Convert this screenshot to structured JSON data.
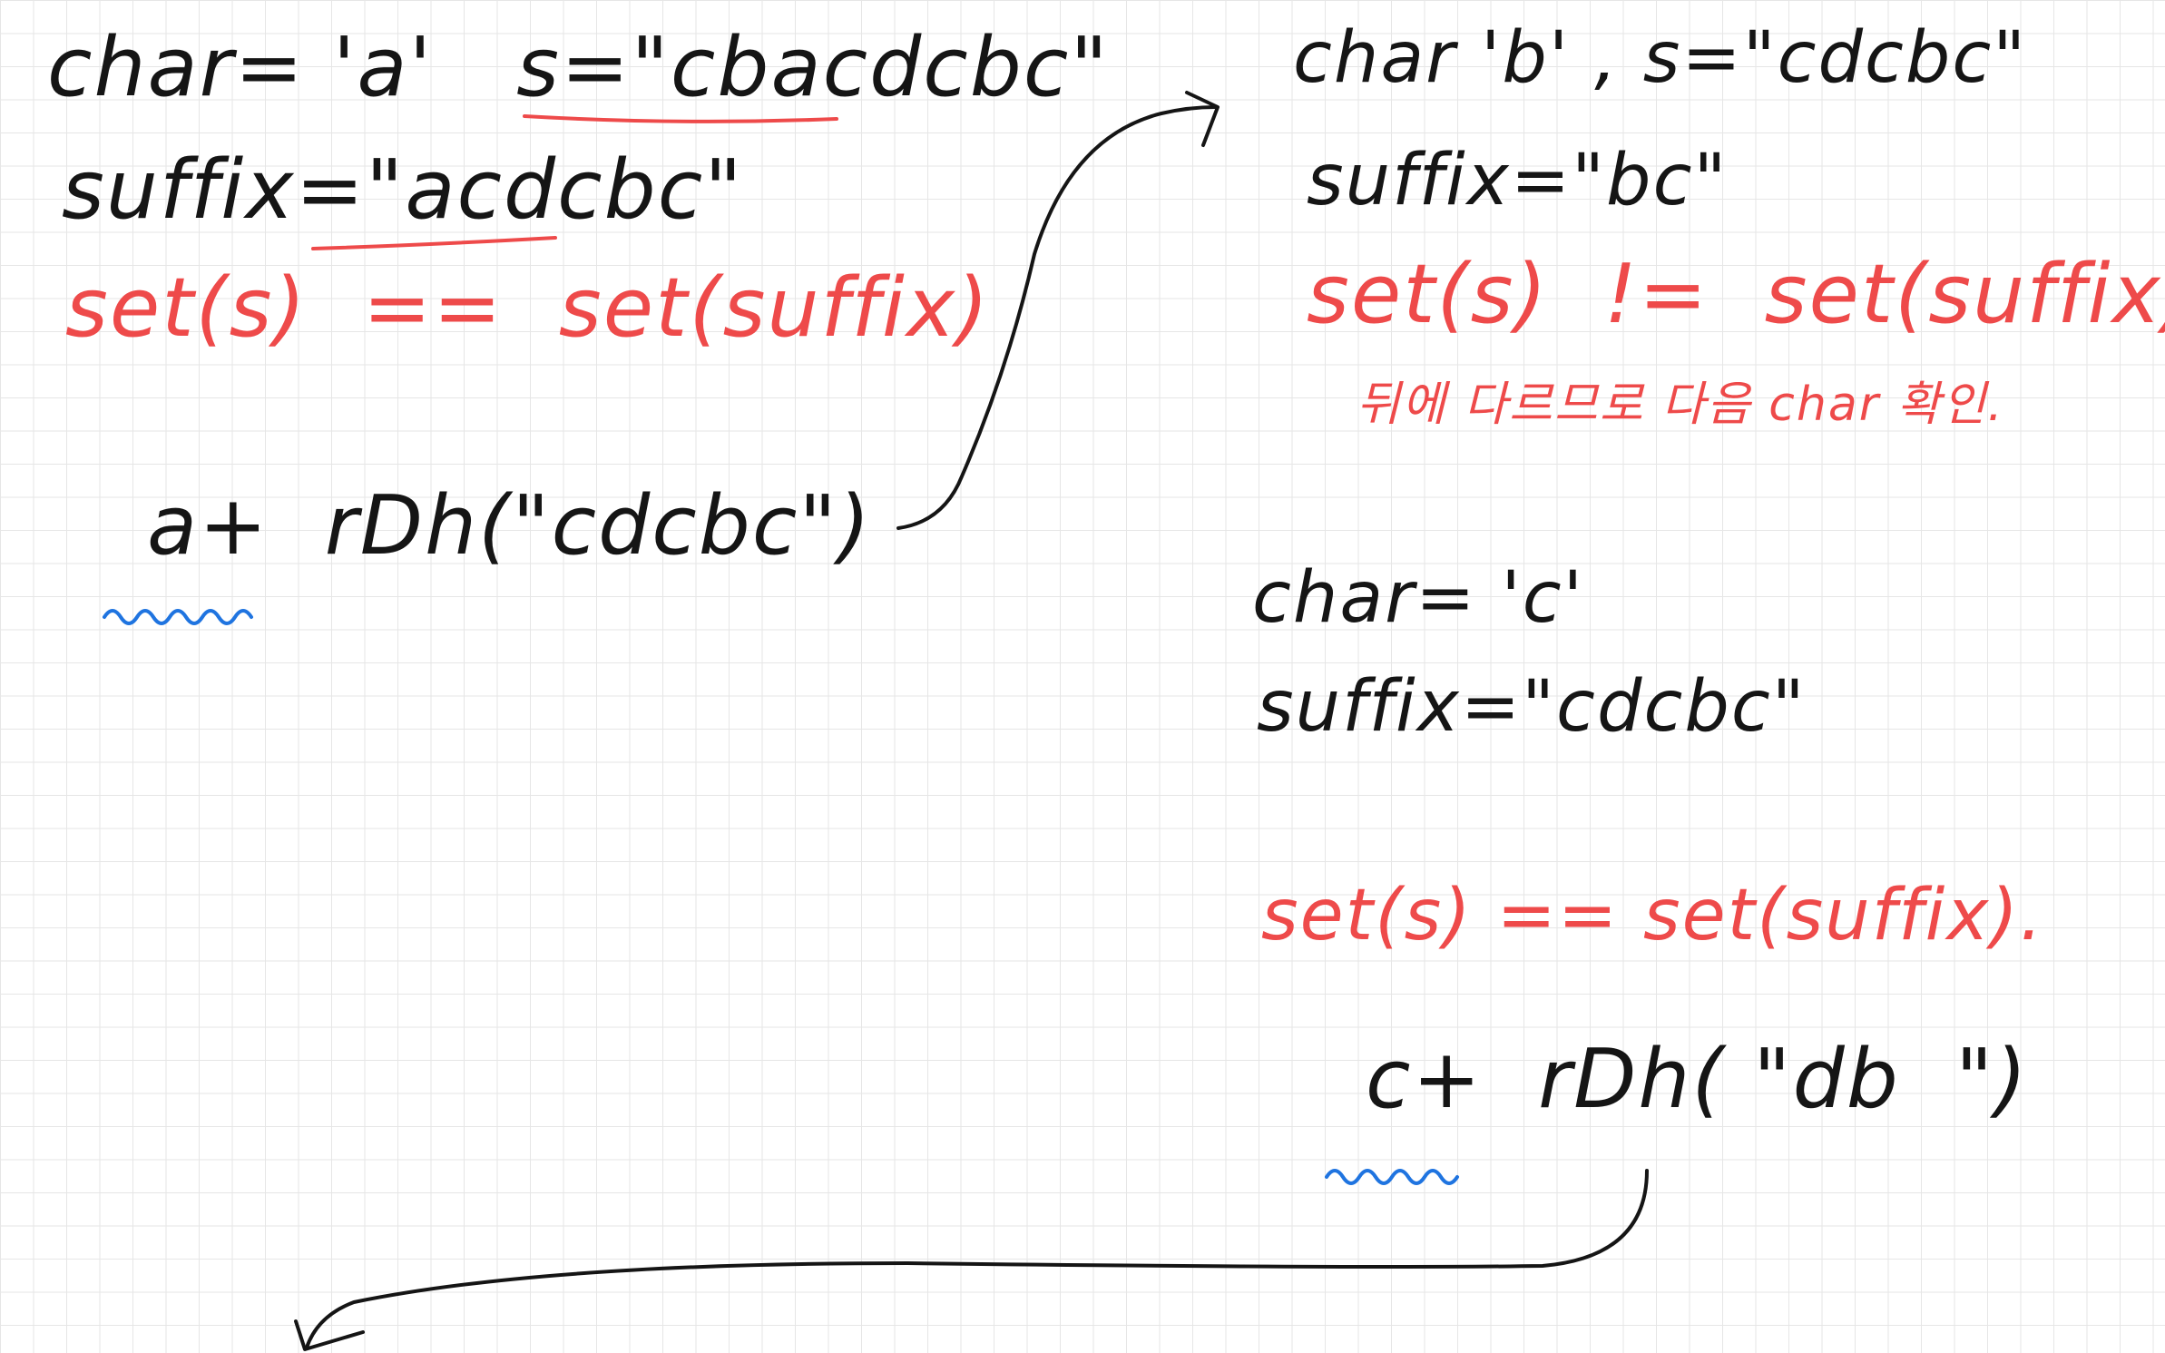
{
  "colors": {
    "ink": "#151515",
    "red": "#ee4a4a",
    "blue": "#1f74e0",
    "grid": "#e6e6e6",
    "paper": "#ffffff"
  },
  "left_block": {
    "line1": "char= 'a'   s=\"cbacdcbc\"",
    "line2": "suffix=\"acdcbc\"",
    "condition": "set(s)  ==  set(suffix)",
    "call": "a+  rDh(\"cdcbc\")"
  },
  "right_top_block": {
    "line1": "char 'b' , s=\"cdcbc\"",
    "line2": "suffix=\"bc\"",
    "condition": "set(s)  !=  set(suffix)",
    "note": "뒤에 다르므로 다음 char 확인."
  },
  "right_mid_block": {
    "line1": "char= 'c'",
    "line2": "suffix=\"cdcbc\"",
    "condition": "set(s) == set(suffix).",
    "call": "c+  rDh( \"db  \")"
  }
}
